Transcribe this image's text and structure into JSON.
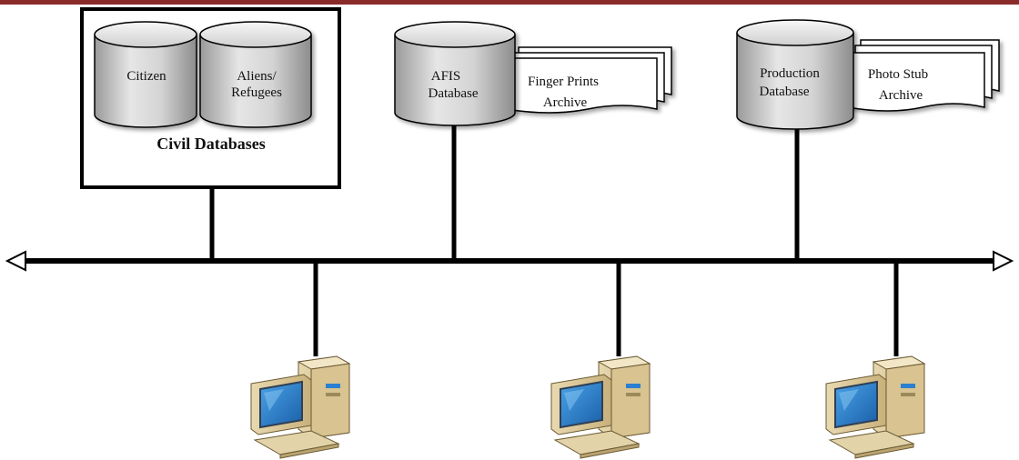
{
  "colors": {
    "top_bar": "#8a2a2a",
    "cylinder_light": "#f2f2f2",
    "cylinder_mid": "#c9c9c9",
    "cylinder_dark": "#8f8f8f",
    "line": "#000000"
  },
  "civil_group": {
    "title": "Civil Databases",
    "citizen": {
      "line1": "Citizen"
    },
    "aliens": {
      "line1": "Aliens/",
      "line2": "Refugees"
    }
  },
  "afis": {
    "db": {
      "line1": "AFIS",
      "line2": "Database"
    },
    "archive": {
      "line1": "Finger Prints",
      "line2": "Archive"
    }
  },
  "production": {
    "db": {
      "line1": "Production",
      "line2": "Database"
    },
    "archive": {
      "line1": "Photo Stub",
      "line2": "Archive"
    }
  },
  "workstations": [
    {
      "icon": "computer-icon"
    },
    {
      "icon": "computer-icon"
    },
    {
      "icon": "computer-icon"
    }
  ]
}
